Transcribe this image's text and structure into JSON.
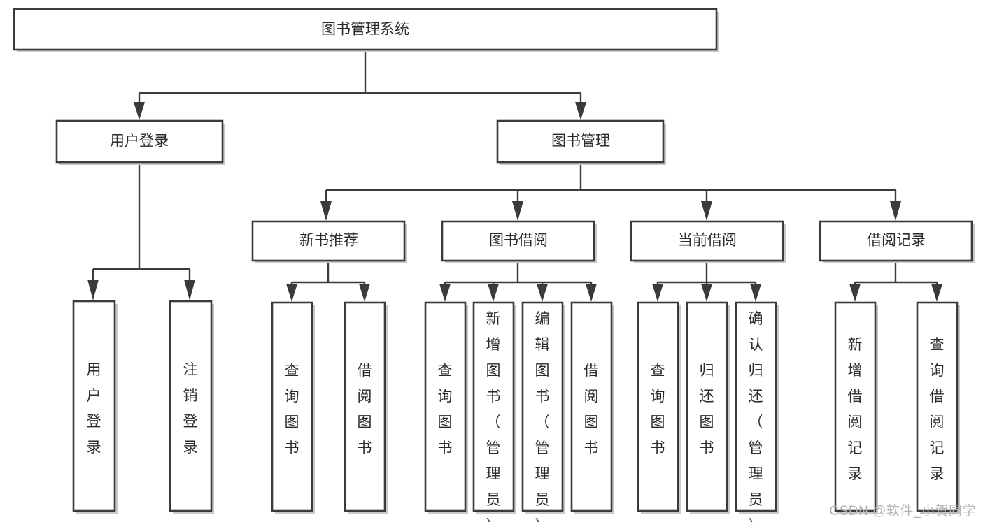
{
  "diagram": {
    "type": "tree-hierarchy",
    "title": "图书管理系统",
    "watermark": "CSDN @软件_小贺同学",
    "colors": {
      "box_stroke": "#3b3b3b",
      "box_fill": "#ffffff",
      "edge": "#3b3b3b",
      "text": "#2b2b2b",
      "watermark": "#b4b4b4",
      "background": "#ffffff"
    },
    "levels": [
      {
        "level": 1,
        "nodes": [
          {
            "id": "root",
            "label": "图书管理系统",
            "orientation": "horizontal"
          }
        ]
      },
      {
        "level": 2,
        "nodes": [
          {
            "id": "login",
            "label": "用户登录",
            "orientation": "horizontal",
            "parent": "root"
          },
          {
            "id": "bookmgmt",
            "label": "图书管理",
            "orientation": "horizontal",
            "parent": "root"
          }
        ]
      },
      {
        "level": 3,
        "nodes": [
          {
            "id": "newbook",
            "label": "新书推荐",
            "orientation": "horizontal",
            "parent": "bookmgmt"
          },
          {
            "id": "borrow",
            "label": "图书借阅",
            "orientation": "horizontal",
            "parent": "bookmgmt"
          },
          {
            "id": "current",
            "label": "当前借阅",
            "orientation": "horizontal",
            "parent": "bookmgmt"
          },
          {
            "id": "records",
            "label": "借阅记录",
            "orientation": "horizontal",
            "parent": "bookmgmt"
          }
        ]
      },
      {
        "level": 4,
        "nodes": [
          {
            "id": "leaf1",
            "label": "用户登录",
            "orientation": "vertical",
            "parent": "login"
          },
          {
            "id": "leaf2",
            "label": "注销登录",
            "orientation": "vertical",
            "parent": "login"
          },
          {
            "id": "leaf3",
            "label": "查询图书",
            "orientation": "vertical",
            "parent": "newbook"
          },
          {
            "id": "leaf4",
            "label": "借阅图书",
            "orientation": "vertical",
            "parent": "newbook"
          },
          {
            "id": "leaf5",
            "label": "查询图书",
            "orientation": "vertical",
            "parent": "borrow"
          },
          {
            "id": "leaf6",
            "label": "新增图书（管理员）",
            "orientation": "vertical",
            "parent": "borrow"
          },
          {
            "id": "leaf7",
            "label": "编辑图书（管理员）",
            "orientation": "vertical",
            "parent": "borrow"
          },
          {
            "id": "leaf8",
            "label": "借阅图书",
            "orientation": "vertical",
            "parent": "borrow"
          },
          {
            "id": "leaf9",
            "label": "查询图书",
            "orientation": "vertical",
            "parent": "current"
          },
          {
            "id": "leaf10",
            "label": "归还图书",
            "orientation": "vertical",
            "parent": "current"
          },
          {
            "id": "leaf11",
            "label": "确认归还（管理员）",
            "orientation": "vertical",
            "parent": "current"
          },
          {
            "id": "leaf12",
            "label": "新增借阅记录",
            "orientation": "vertical",
            "parent": "records"
          },
          {
            "id": "leaf13",
            "label": "查询借阅记录",
            "orientation": "vertical",
            "parent": "records"
          }
        ]
      }
    ]
  },
  "labels": {
    "root": "图书管理系统",
    "login": "用户登录",
    "bookmgmt": "图书管理",
    "newbook": "新书推荐",
    "borrow": "图书借阅",
    "current": "当前借阅",
    "records": "借阅记录",
    "leaf1": "用户登录",
    "leaf2": "注销登录",
    "leaf3": "查询图书",
    "leaf4": "借阅图书",
    "leaf5": "查询图书",
    "leaf6": "新增图书（管理员）",
    "leaf7": "编辑图书（管理员）",
    "leaf8": "借阅图书",
    "leaf9": "查询图书",
    "leaf10": "归还图书",
    "leaf11": "确认归还（管理员）",
    "leaf12": "新增借阅记录",
    "leaf13": "查询借阅记录",
    "watermark": "CSDN @软件_小贺同学"
  }
}
